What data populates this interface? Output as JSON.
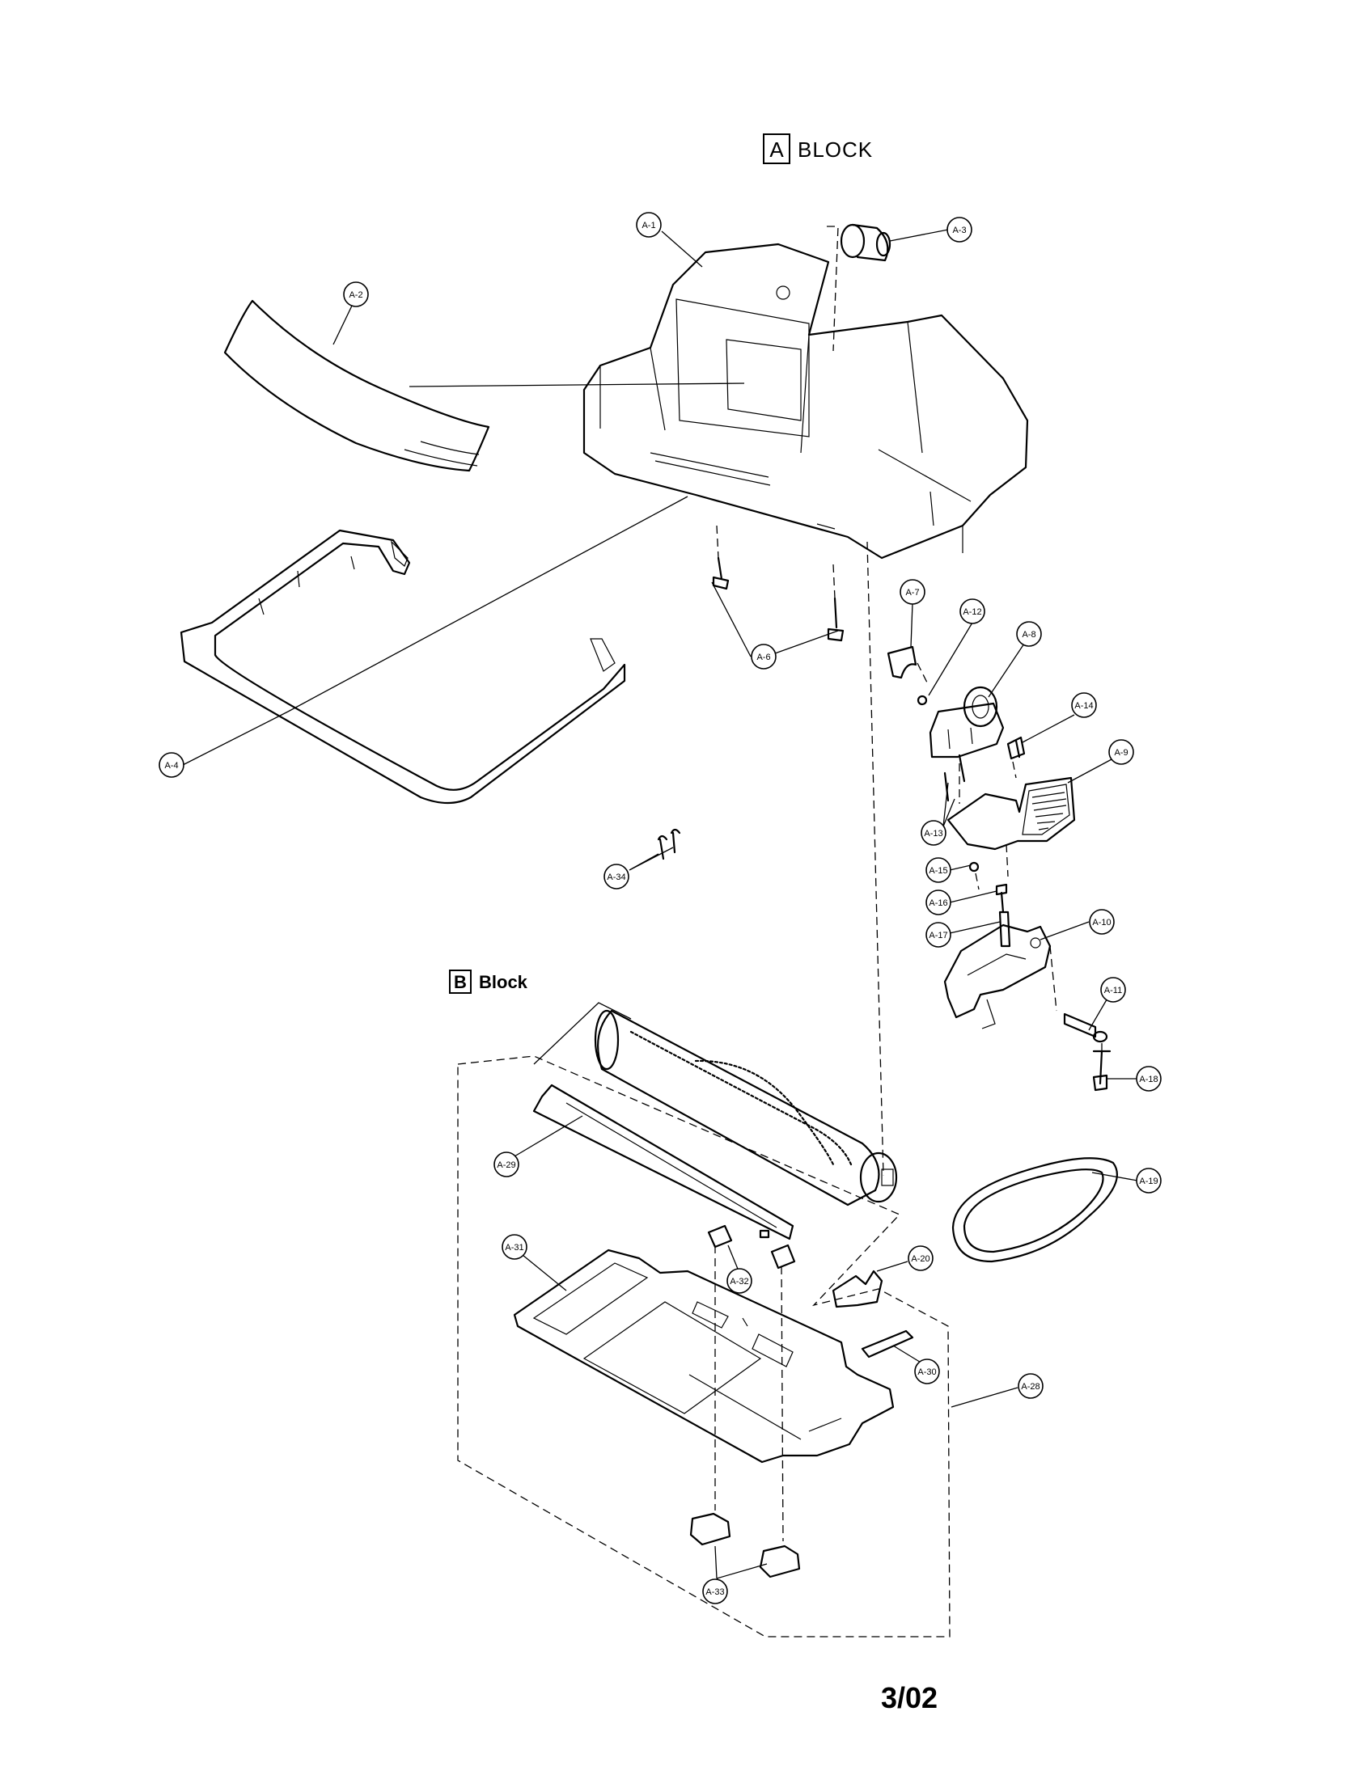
{
  "header": {
    "block_letter": "A",
    "block_word": "BLOCK"
  },
  "sub_block": {
    "letter": "B",
    "word": "Block"
  },
  "footer": {
    "page_code": "3/02"
  },
  "callouts": [
    {
      "id": "A-1",
      "label": "A-1"
    },
    {
      "id": "A-2",
      "label": "A-2"
    },
    {
      "id": "A-3",
      "label": "A-3"
    },
    {
      "id": "A-4",
      "label": "A-4"
    },
    {
      "id": "A-6",
      "label": "A-6"
    },
    {
      "id": "A-7",
      "label": "A-7"
    },
    {
      "id": "A-8",
      "label": "A-8"
    },
    {
      "id": "A-9",
      "label": "A-9"
    },
    {
      "id": "A-10",
      "label": "A-10"
    },
    {
      "id": "A-11",
      "label": "A-11"
    },
    {
      "id": "A-12",
      "label": "A-12"
    },
    {
      "id": "A-13",
      "label": "A-13"
    },
    {
      "id": "A-14",
      "label": "A-14"
    },
    {
      "id": "A-15",
      "label": "A-15"
    },
    {
      "id": "A-16",
      "label": "A-16"
    },
    {
      "id": "A-17",
      "label": "A-17"
    },
    {
      "id": "A-18",
      "label": "A-18"
    },
    {
      "id": "A-19",
      "label": "A-19"
    },
    {
      "id": "A-20",
      "label": "A-20"
    },
    {
      "id": "A-28",
      "label": "A-28"
    },
    {
      "id": "A-29",
      "label": "A-29"
    },
    {
      "id": "A-30",
      "label": "A-30"
    },
    {
      "id": "A-31",
      "label": "A-31"
    },
    {
      "id": "A-32",
      "label": "A-32"
    },
    {
      "id": "A-33",
      "label": "A-33"
    },
    {
      "id": "A-34",
      "label": "A-34"
    }
  ]
}
